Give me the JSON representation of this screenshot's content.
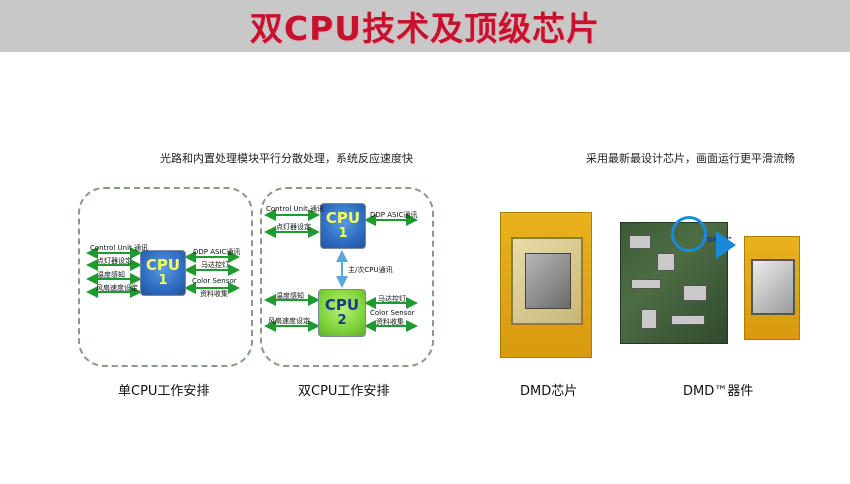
{
  "title": "双CPU技术及顶级芯片",
  "left_caption": "光路和内置处理模块平行分散处理，系统反应速度快",
  "right_caption": "采用最新最设计芯片，画面运行更平滑流畅",
  "single_cpu": {
    "label": "单CPU工作安排",
    "cpu_text": "CPU",
    "cpu_number": "1",
    "signals_left": [
      "Control Unit 通讯",
      "点灯器设定",
      "温度感知",
      "风扇速度设定"
    ],
    "signals_right": [
      "DDP ASIC通讯",
      "马达控灯",
      "Color Sensor",
      "资料收集"
    ]
  },
  "dual_cpu": {
    "label": "双CPU工作安排",
    "cpu1_text": "CPU",
    "cpu1_number": "1",
    "cpu2_text": "CPU",
    "cpu2_number": "2",
    "link_label": "主/次CPU通讯",
    "cpu1_left": [
      "Control Unit 通讯",
      "点灯器设定"
    ],
    "cpu1_right": [
      "DDP ASIC通讯"
    ],
    "cpu2_left": [
      "温度感知",
      "风扇速度设定"
    ],
    "cpu2_right": [
      "马达控灯",
      "Color Sensor",
      "资料收集"
    ]
  },
  "dmd": {
    "chip_label": "DMD芯片",
    "device_label": "DMD™器件",
    "arrow_tag": "DMD™"
  },
  "colors": {
    "title": "#c4122f",
    "title_bar": "#c8c8c8",
    "arrow_green": "#1e9a2e",
    "cpu_blue": "#2f6cc2",
    "cpu_green": "#7fd43c",
    "highlight_blue": "#1a8ad8",
    "chip_gold": "#e0a516"
  }
}
